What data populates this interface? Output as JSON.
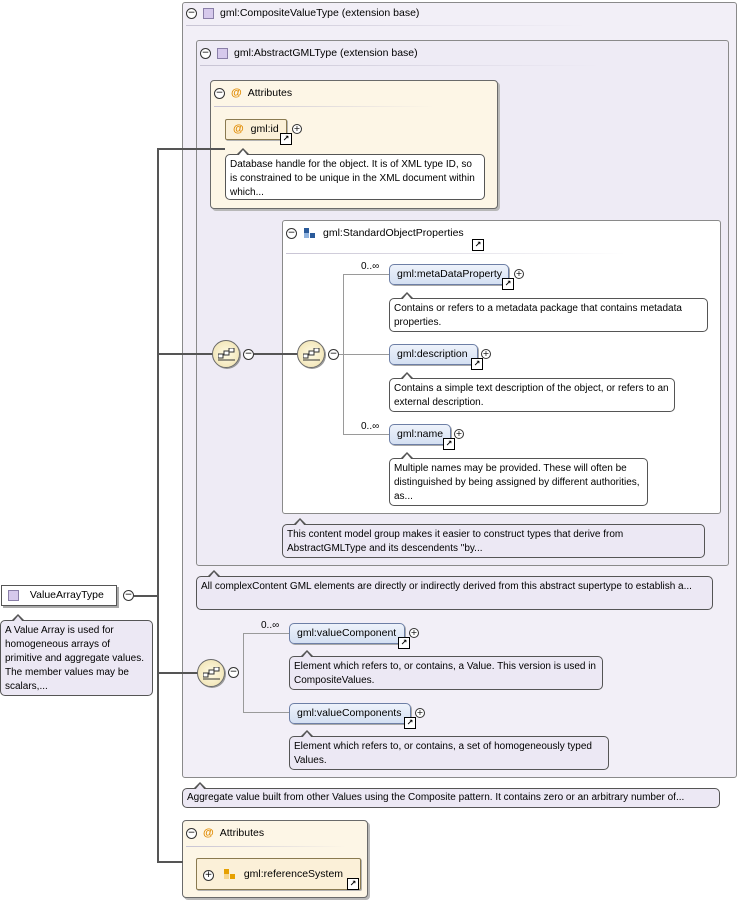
{
  "root": {
    "name": "ValueArrayType",
    "doc": "A Value Array is used for homogeneous arrays of primitive and aggregate values. The member values may be scalars,..."
  },
  "composite": {
    "title": "gml:CompositeValueType (extension base)",
    "doc": "Aggregate value built from other Values using the Composite pattern. It contains zero or an arbitrary number of..."
  },
  "abstract_gml": {
    "title": "gml:AbstractGMLType (extension base)",
    "doc": "All complexContent GML elements are directly or indirectly derived from this abstract supertype to establish a..."
  },
  "attributes_inner": {
    "title": "Attributes",
    "id_name": "gml:id",
    "id_doc": "Database handle for the object. It is of XML type ID, so is constrained to be unique in the XML document within which..."
  },
  "standard_props": {
    "title": "gml:StandardObjectProperties",
    "doc": "This content model group makes it easier to construct types that derive from AbstractGMLType and its descendents \"by...",
    "items": [
      {
        "name": "gml:metaDataProperty",
        "occurs": "0..∞",
        "doc": "Contains or refers to a metadata package that contains metadata properties."
      },
      {
        "name": "gml:description",
        "occurs": "",
        "doc": "Contains a simple text description of the object, or refers to an external description."
      },
      {
        "name": "gml:name",
        "occurs": "0..∞",
        "doc": "Multiple names may be provided. These will often be distinguished by being assigned by different authorities, as..."
      }
    ]
  },
  "value_choice": {
    "items": [
      {
        "name": "gml:valueComponent",
        "occurs": "0..∞",
        "doc": "Element which refers to, or contains, a Value. This version is used in CompositeValues."
      },
      {
        "name": "gml:valueComponents",
        "occurs": "",
        "doc": "Element which refers to, or contains, a set of homogeneously typed Values."
      }
    ]
  },
  "attributes_outer": {
    "title": "Attributes",
    "ref_name": "gml:referenceSystem"
  },
  "icons": {
    "expand": "⊕",
    "collapse": "⊖",
    "link": "↗"
  },
  "colors": {
    "group_bg": "#f2eff7",
    "attr_bg": "#fdf6e6",
    "element_fill": "#d4e0f2",
    "doc_bg": "#ece8f4"
  }
}
